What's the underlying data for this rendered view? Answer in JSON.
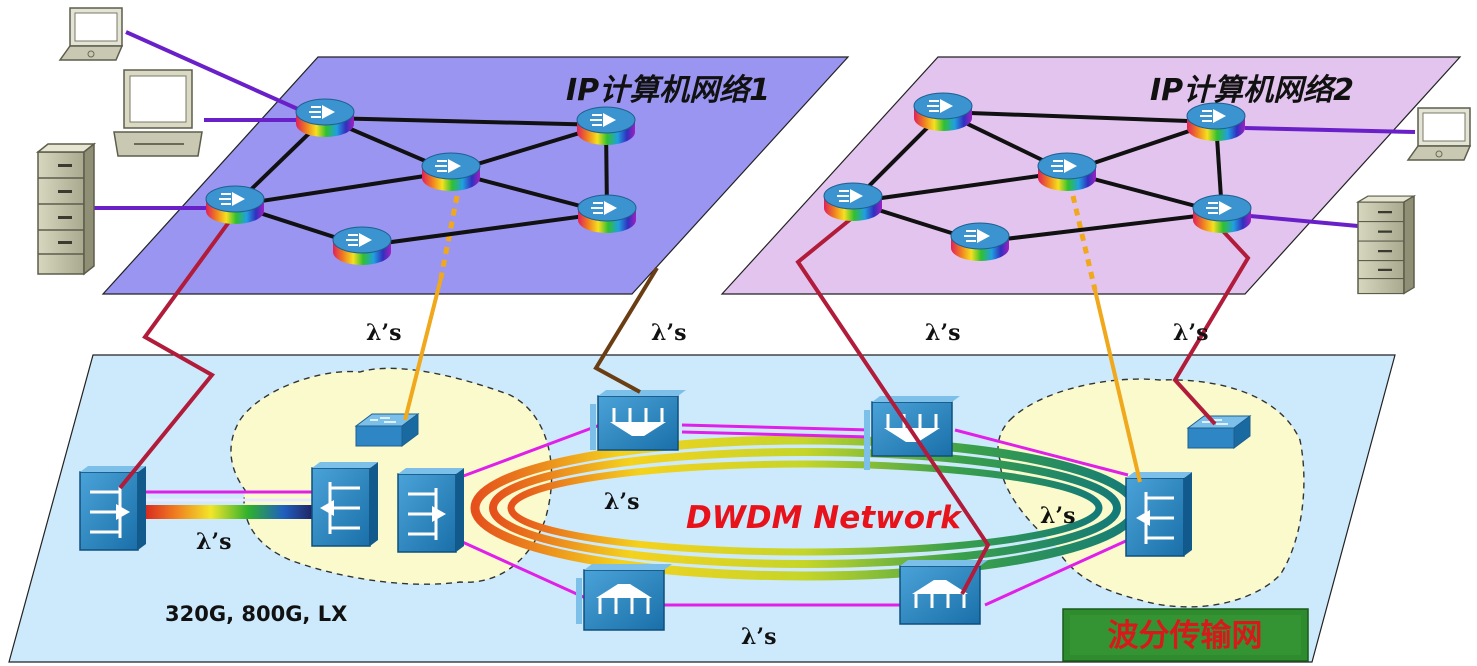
{
  "network1": {
    "title": "IP计算机网络1"
  },
  "network2": {
    "title": "IP计算机网络2"
  },
  "dwdm": {
    "title": "DWDM Network",
    "lambda_label": "λ’s",
    "speeds": "320G, 800G, LX",
    "badge": "波分传输网"
  },
  "colors": {
    "plane1": "#9b95f2",
    "plane2": "#e3c4ef",
    "transport_plane": "#cdeafc",
    "region_fill": "#fafacc",
    "badge_bg": "#2e8c2e",
    "badge_text": "#d8191c",
    "host_link": "#6a20c8",
    "uplink_red": "#b01c3a",
    "uplink_brown": "#6a3d12",
    "uplink_orange": "#f0a81c",
    "ring_link": "#e020e8"
  }
}
